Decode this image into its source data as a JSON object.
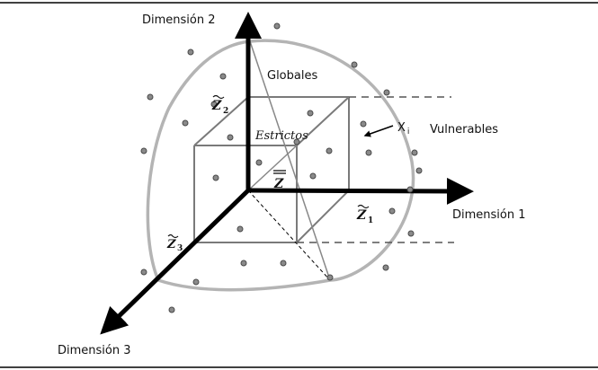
{
  "axes": {
    "dim1": "Dimensión 1",
    "dim2": "Dimensión 2",
    "dim3": "Dimensión 3"
  },
  "regions": {
    "globales": "Globales",
    "estrictos": "Estrictos",
    "vulnerables": "Vulnerables"
  },
  "point_label": {
    "main": "X",
    "sub": "i"
  },
  "thresholds": {
    "z1": {
      "symbol": "Z",
      "sub": "1"
    },
    "z2": {
      "symbol": "Z",
      "sub": "2"
    },
    "z3": {
      "symbol": "Z",
      "sub": "3"
    },
    "zbar": "Z"
  },
  "colors": {
    "axis": "#000000",
    "boundary": "#b4b4b4",
    "cube": "#7a7a7a",
    "point_fill": "#8a8a8a",
    "point_stroke": "#4a4a4a",
    "border": "#000000"
  }
}
